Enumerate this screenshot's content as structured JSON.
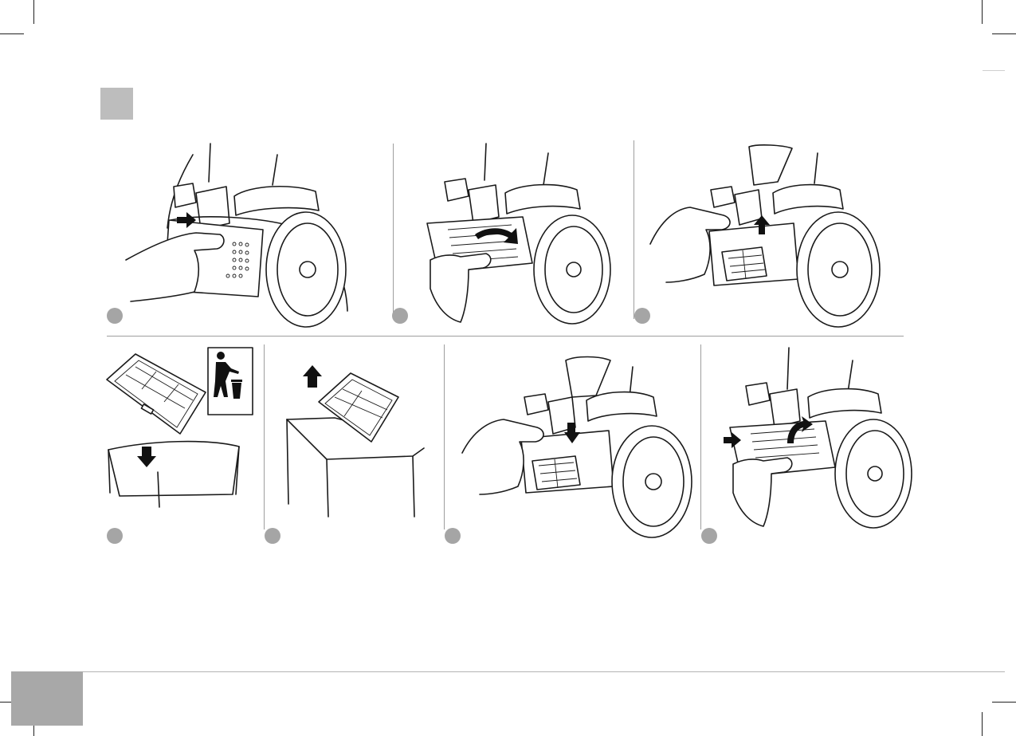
{
  "document": {
    "section_marker_color": "#bdbdbd",
    "page_tab_color": "#a8a8a8",
    "step_dot_color": "#a5a5a5"
  },
  "steps": [
    {
      "illustration": "press-filter-cover-release-button",
      "arrow": "arrow-right-icon"
    },
    {
      "illustration": "open-filter-cover",
      "arrow": "curved-arrow-down-icon"
    },
    {
      "illustration": "lift-out-filter",
      "arrow": "arrow-up-icon"
    },
    {
      "illustration": "discard-old-filter",
      "arrow": "arrow-down-icon",
      "symbol": "trash-bin-icon"
    },
    {
      "illustration": "unpack-new-filter",
      "arrow": "arrow-up-icon"
    },
    {
      "illustration": "insert-new-filter",
      "arrow": "arrow-down-icon"
    },
    {
      "illustration": "close-filter-cover",
      "arrow": "curved-arrow-up-icon"
    }
  ]
}
